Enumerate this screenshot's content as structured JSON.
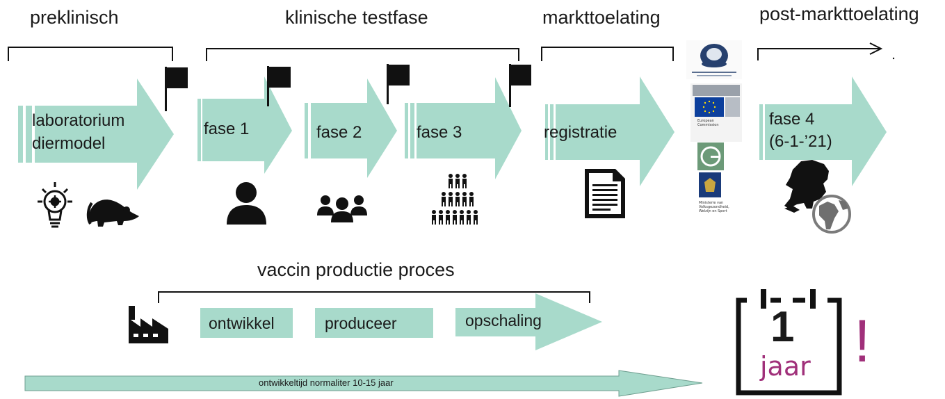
{
  "headers": {
    "preclinical": "preklinisch",
    "clinical": "klinische testfase",
    "approval": "markttoelating",
    "post": "post-markttoelating"
  },
  "stages": {
    "lab_line1": "laboratorium",
    "lab_line2": "diermodel",
    "phase1": "fase 1",
    "phase2": "fase 2",
    "phase3": "fase 3",
    "registration": "registratie",
    "phase4_line1": "fase 4",
    "phase4_line2": "(6-1-’21)"
  },
  "logos": {
    "ec_line1": "European",
    "ec_line2": "Commission",
    "min_line1": "Ministerie van",
    "min_line2": "Volksgezondheid,",
    "min_line3": "Welzijn en Sport"
  },
  "production": {
    "title": "vaccin productie proces",
    "develop": "ontwikkel",
    "produce": "produceer",
    "scale": "opschaling"
  },
  "timeline": {
    "label": "ontwikkeltijd normaliter 10-15 jaar"
  },
  "calendar": {
    "number": "1",
    "unit": "jaar",
    "exclaim": "!"
  },
  "colors": {
    "arrow": "#a8dacb",
    "accent": "#a0307a",
    "ink": "#111111"
  },
  "icons": [
    "lightbulb-gear-icon",
    "rat-icon",
    "flag-icon",
    "person-icon",
    "group-icon",
    "crowd-icon",
    "document-icon",
    "ema-logo-icon",
    "ec-logo-icon",
    "cbg-logo-icon",
    "ministry-logo-icon",
    "netherlands-map-icon",
    "globe-icon",
    "factory-icon",
    "calendar-icon"
  ]
}
